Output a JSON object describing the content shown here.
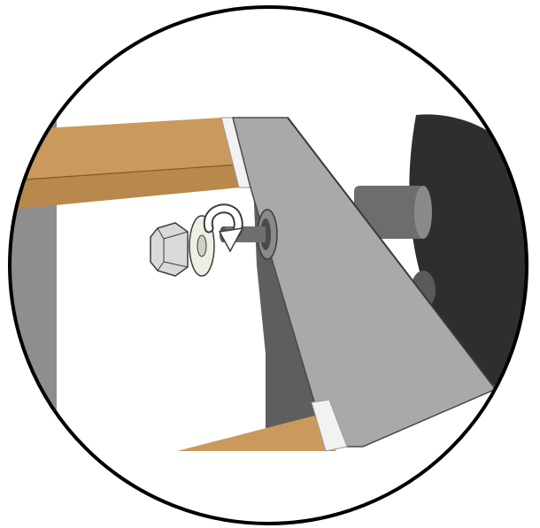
{
  "figure": {
    "kind": "assembly-instruction-detail",
    "callout_shape": "circle",
    "colors": {
      "background": "#ffffff",
      "frame_outline": "#000000",
      "wood": "#c99a5b",
      "wood_dark": "#a87c44",
      "steel_beam": "#a9a9a9",
      "steel_beam_side": "#5e5e5e",
      "wheel": "#2e2e2e",
      "axle": "#6d6d6d",
      "hardware": "#d9d9d9",
      "washer": "#eeeee2",
      "rotation_arrow": "#ffffff"
    },
    "parts": [
      "wood-plank",
      "steel-frame-beam",
      "wheel",
      "axle",
      "bolt",
      "washer",
      "hex-nut"
    ],
    "rotation_direction": "clockwise"
  }
}
